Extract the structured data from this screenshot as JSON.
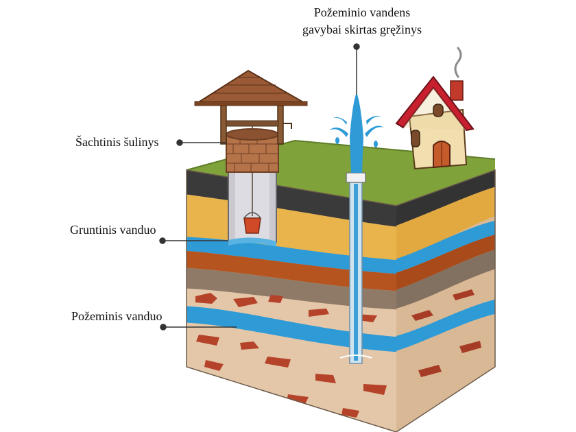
{
  "labels": {
    "borehole_line1": "Požeminio vandens",
    "borehole_line2": "gavybai skirtas gręžinys",
    "shaft_well": "Šachtinis šulinys",
    "groundwater": "Gruntinis vanduo",
    "underground_water": "Požeminis vanduo"
  },
  "colors": {
    "grass": "#7fa23a",
    "topsoil": "#3a3a3a",
    "sand": "#e9b44c",
    "water": "#2e9ad6",
    "clay": "#b5541e",
    "rock": "#8f7a68",
    "stone_layer": "#e3c7a8",
    "stone": "#b5432a",
    "roof": "#9a5a36",
    "house_roof": "#c8202e"
  },
  "icons": {
    "shaft_well": "wishing-well-icon",
    "borehole": "water-fountain-pipe-icon",
    "house": "cottage-icon"
  }
}
